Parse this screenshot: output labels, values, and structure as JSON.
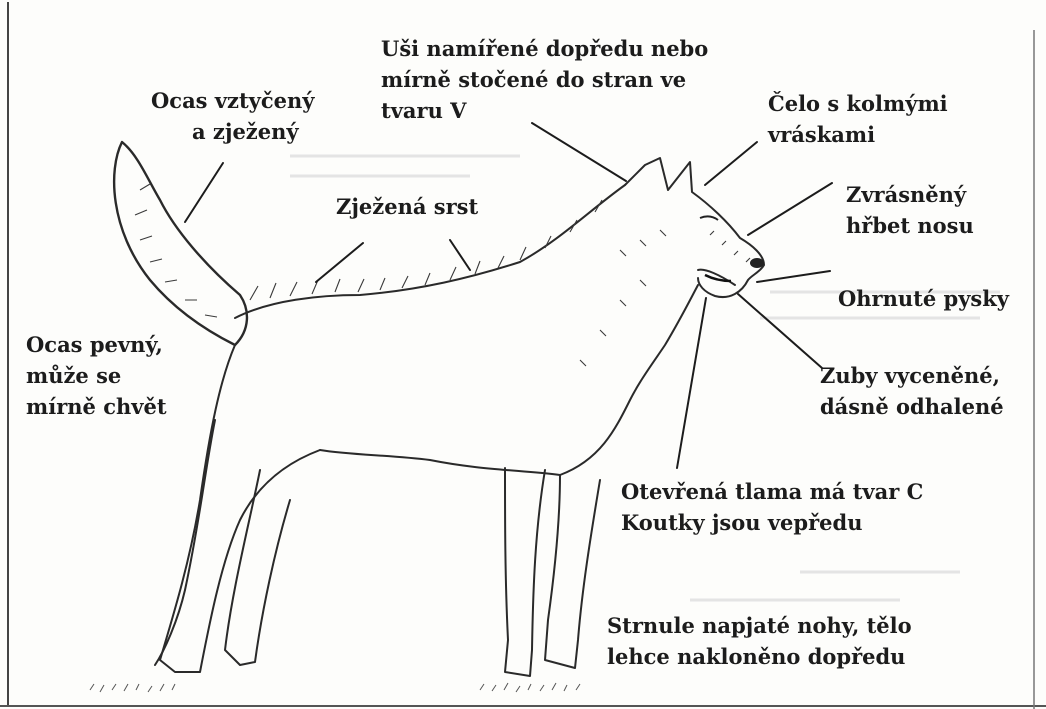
{
  "labels": {
    "ears": [
      "Uši namířené dopředu nebo",
      "mírně stočené do stran ve",
      "tvaru V"
    ],
    "tail_raised": [
      "Ocas vztyčený",
      "a zježený"
    ],
    "forehead": [
      "Čelo s kolmými",
      "vráskami"
    ],
    "hackles": "Zježená srst",
    "nose": [
      "Zvrásněný",
      "hřbet nosu"
    ],
    "lips": "Ohrnuté pysky",
    "tail_stiff": [
      "Ocas pevný,",
      "může se",
      "mírně chvět"
    ],
    "teeth": [
      "Zuby vyceněné,",
      "dásně odhalené"
    ],
    "mouth": [
      "Otevřená tlama má tvar C",
      "Koutky jsou vepředu"
    ],
    "legs": [
      "Strnule napjaté nohy, tělo",
      "lehce nakloněno dopředu"
    ]
  },
  "colors": {
    "ink": "#1c1c1c",
    "paper": "#fdfdfb",
    "sketch": "#2a2a2a"
  }
}
